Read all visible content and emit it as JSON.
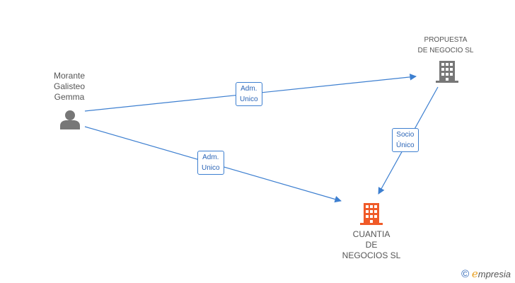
{
  "nodes": {
    "person": {
      "lines": [
        "Morante",
        "Galisteo",
        "Gemma"
      ],
      "icon": "person-icon",
      "color": "#777777"
    },
    "company_top": {
      "lines": [
        "PROPUESTA",
        "DE NEGOCIO SL"
      ],
      "icon": "building-icon",
      "color": "#777777"
    },
    "company_bottom": {
      "lines": [
        "CUANTIA",
        "DE",
        "NEGOCIOS SL"
      ],
      "icon": "building-icon",
      "color": "#f05a28"
    }
  },
  "edges": [
    {
      "from": "person",
      "to": "company_top",
      "label": [
        "Adm.",
        "Unico"
      ]
    },
    {
      "from": "person",
      "to": "company_bottom",
      "label": [
        "Adm.",
        "Unico"
      ]
    },
    {
      "from": "company_top",
      "to": "company_bottom",
      "label": [
        "Socio",
        "Único"
      ]
    }
  ],
  "footer": {
    "copyright_symbol": "©",
    "brand_initial": "e",
    "brand_rest": "mpresia"
  },
  "colors": {
    "edge": "#3d7fd0",
    "text": "#555555"
  }
}
